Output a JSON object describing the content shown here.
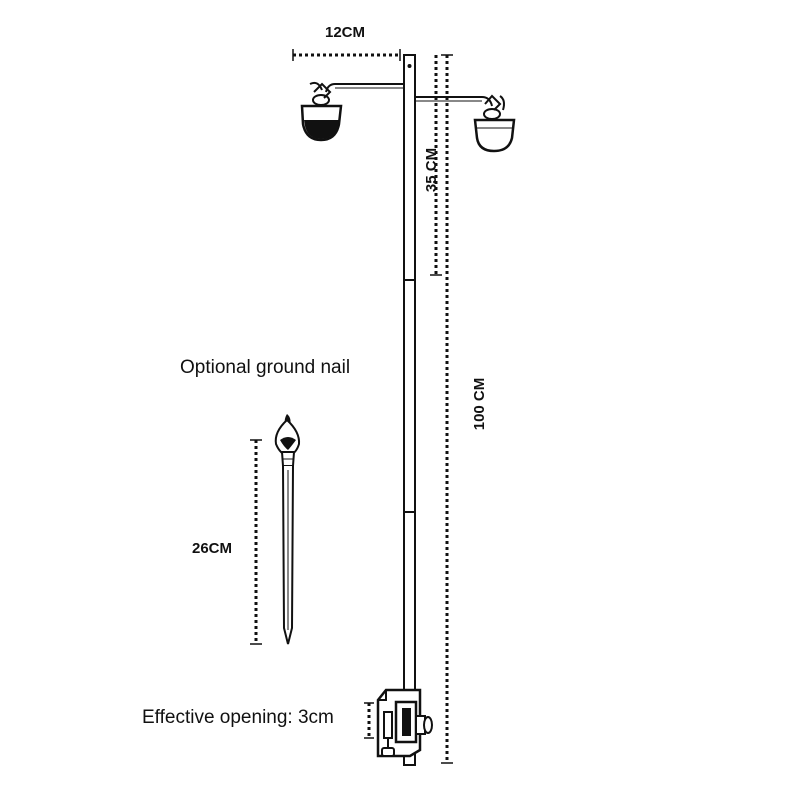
{
  "dimensions": {
    "arm_length": "12CM",
    "arm_drop": "35 CM",
    "pole_height": "100 CM",
    "nail_length": "26CM"
  },
  "labels": {
    "ground_nail": "Optional ground nail",
    "clamp_opening": "Effective opening: 3cm"
  },
  "colors": {
    "line": "#111111",
    "background": "#ffffff"
  }
}
